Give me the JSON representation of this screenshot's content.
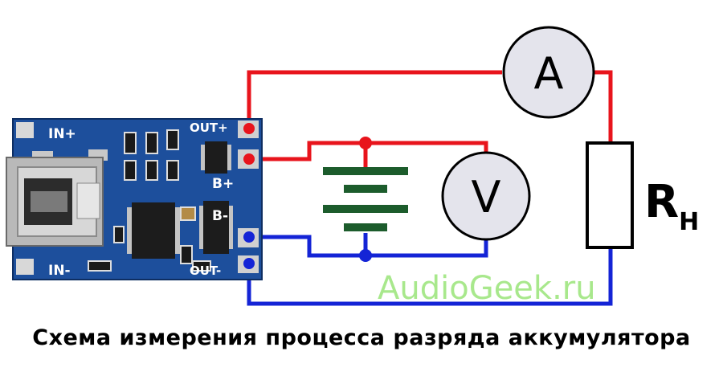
{
  "board": {
    "labels": {
      "in_plus": "IN+",
      "in_minus": "IN-",
      "out_plus": "OUT+",
      "out_minus": "OUT-",
      "b_plus": "B+",
      "b_minus": "B-"
    }
  },
  "ammeter": {
    "label": "A"
  },
  "voltmeter": {
    "label": "V"
  },
  "load": {
    "label": "R",
    "subscript": "Н"
  },
  "watermark": "AudioGeek.ru",
  "caption": "Схема измерения процесса разряда аккумулятора",
  "colors": {
    "positive_wire": "#e8141c",
    "negative_wire": "#1424d6",
    "battery": "#1c5c2c",
    "pcb": "#1d4f9c",
    "watermark": "#a8e88c"
  }
}
